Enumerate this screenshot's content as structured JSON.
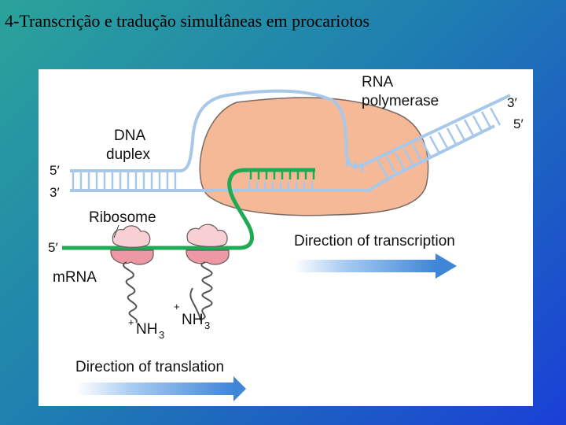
{
  "slide": {
    "title": "4-Transcrição e tradução simultâneas em procariotos"
  },
  "diagram": {
    "labels": {
      "rna_polymerase_line1": "RNA",
      "rna_polymerase_line2": "polymerase",
      "dna_line1": "DNA",
      "dna_line2": "duplex",
      "dna_5prime": "5′",
      "dna_3prime": "3′",
      "right_3prime": "3′",
      "right_5prime": "5′",
      "ribosome": "Ribosome",
      "mrna_5prime": "5′",
      "mrna": "mRNA",
      "nh3_left": "NH",
      "nh3_right": "NH",
      "nh3_subscript": "3",
      "plus": "+",
      "direction_transcription": "Direction of transcription",
      "direction_translation": "Direction of translation"
    },
    "colors": {
      "dna_strand": "#a8c8ea",
      "mrna_strand": "#1faa55",
      "polymerase": "#f5b998",
      "ribosome_large": "#f8d0d4",
      "ribosome_small": "#ee98a6",
      "arrow": "#3f86d8"
    }
  }
}
